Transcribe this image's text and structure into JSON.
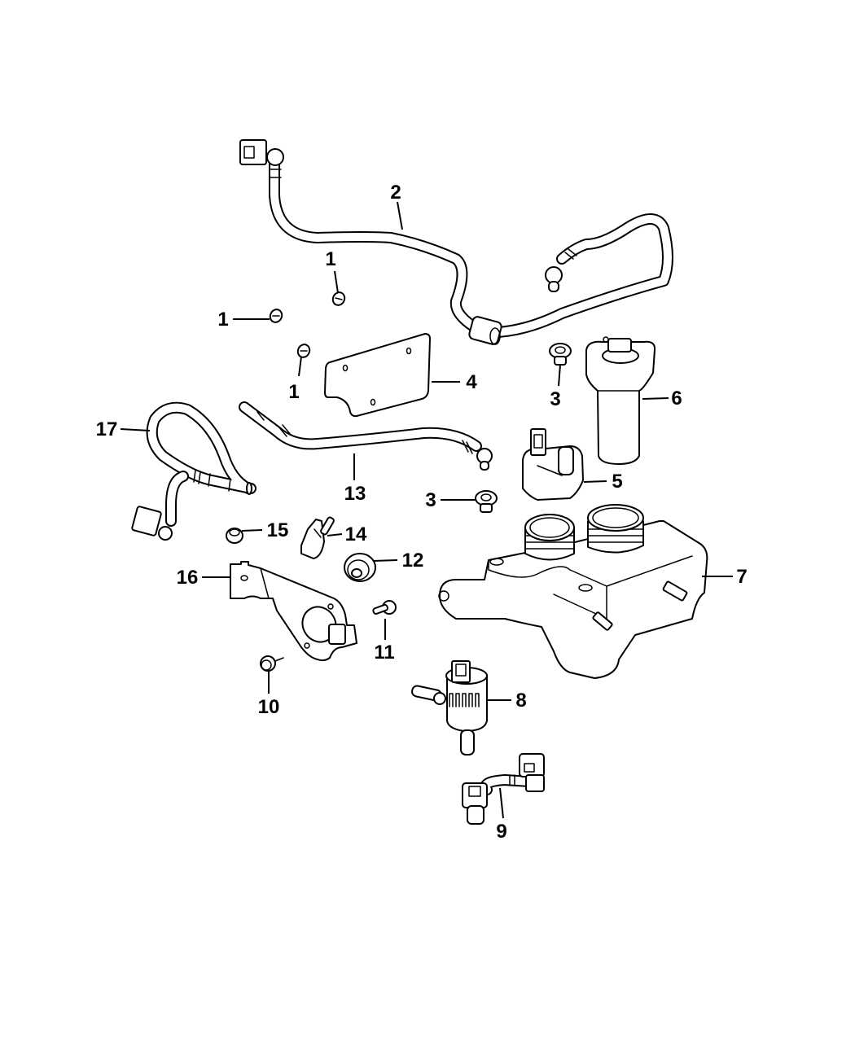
{
  "diagram": {
    "type": "exploded-parts-diagram",
    "colors": {
      "line": "#000000",
      "background": "#ffffff"
    },
    "callouts": [
      {
        "id": "c1a",
        "label": "1",
        "part": "nut"
      },
      {
        "id": "c1b",
        "label": "1",
        "part": "nut"
      },
      {
        "id": "c1c",
        "label": "1",
        "part": "nut"
      },
      {
        "id": "c2",
        "label": "2",
        "part": "hose-with-connectors"
      },
      {
        "id": "c3a",
        "label": "3",
        "part": "grommet"
      },
      {
        "id": "c3b",
        "label": "3",
        "part": "grommet"
      },
      {
        "id": "c4",
        "label": "4",
        "part": "shield-plate"
      },
      {
        "id": "c5",
        "label": "5",
        "part": "level-sensor"
      },
      {
        "id": "c6",
        "label": "6",
        "part": "pump-cylinder"
      },
      {
        "id": "c7",
        "label": "7",
        "part": "reservoir"
      },
      {
        "id": "c8",
        "label": "8",
        "part": "pump-motor"
      },
      {
        "id": "c9",
        "label": "9",
        "part": "connector-hose"
      },
      {
        "id": "c10",
        "label": "10",
        "part": "bolt"
      },
      {
        "id": "c11",
        "label": "11",
        "part": "bolt"
      },
      {
        "id": "c12",
        "label": "12",
        "part": "grommet"
      },
      {
        "id": "c13",
        "label": "13",
        "part": "hose"
      },
      {
        "id": "c14",
        "label": "14",
        "part": "clip"
      },
      {
        "id": "c15",
        "label": "15",
        "part": "nut"
      },
      {
        "id": "c16",
        "label": "16",
        "part": "bracket"
      },
      {
        "id": "c17",
        "label": "17",
        "part": "hose-with-connector"
      }
    ]
  }
}
